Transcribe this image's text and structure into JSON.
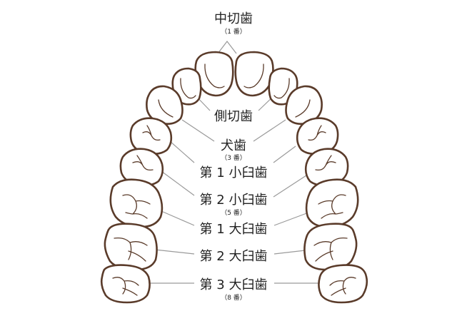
{
  "labels": {
    "central_incisor": {
      "name": "中切歯",
      "num": "（1 番）"
    },
    "lateral_incisor": {
      "name": "側切歯"
    },
    "canine": {
      "name": "犬歯",
      "num": "（3 番）"
    },
    "first_premolar": {
      "name": "第 1 小臼歯"
    },
    "second_premolar": {
      "name": "第 2 小臼歯",
      "num": "（5 番）"
    },
    "first_molar": {
      "name": "第 1 大臼歯"
    },
    "second_molar": {
      "name": "第 2 大臼歯"
    },
    "third_molar": {
      "name": "第 3 大臼歯",
      "num": "（8 番）"
    }
  },
  "colors": {
    "tooth_outline": "#5a3b2a",
    "leader_line": "#9a9a9a",
    "text": "#222222"
  }
}
